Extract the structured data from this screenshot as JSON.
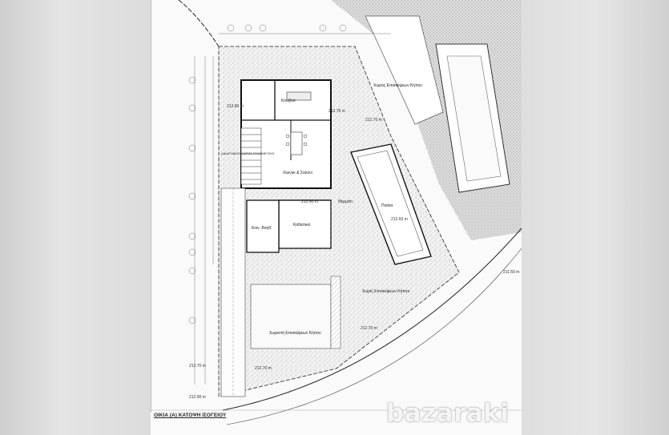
{
  "plan": {
    "title": "ΟΙΚΙΑ (Α) ΚΑΤΟΨΗ ΙΣΟΓΕΙΟΥ",
    "rooms": {
      "kitchen": "Κουζίνα",
      "living_dining": "Λίυινγκ & Σαλόνι",
      "storage": "Καθιστικό",
      "bath": "Κοιν. Βοηθ.",
      "pool": "Πισίνα",
      "deck": "Θερμάτι",
      "ext_ground_1": "Χώρος Επισκέψεων Κήπου",
      "ext_ground_2": "Χωρίς Επισκέψεων Κήπου",
      "ext_ground_3": "Χωριστή Επισκέψεων Κήπου",
      "stair": "ΔΙΑΔΡΟΜΟΣ ΧΩΡΟΣ ΣΤΑΘΜΕΥΣΗΣ"
    },
    "levels": {
      "a": "212.80 m",
      "b": "212.75 m",
      "c": "212.70 m",
      "d": "212.90 m",
      "e": "212.60 m",
      "f": "211.50 m",
      "g": "212.75 m"
    }
  },
  "watermark": "bazaraki"
}
